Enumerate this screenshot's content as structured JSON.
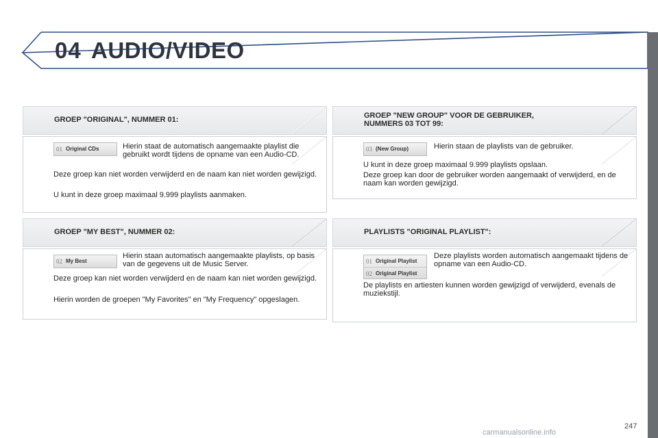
{
  "header": {
    "chapter_number": "04",
    "chapter_title": "AUDIO/VIDEO"
  },
  "sections": {
    "original": {
      "heading": "GROEP \"ORIGINAL\", NUMMER 01:",
      "thumb_num": "01",
      "thumb_label": "Original CDs",
      "p1": "Hierin staat de automatisch aangemaakte playlist die gebruikt wordt tijdens de opname van een Audio-CD.",
      "p2": "Deze groep kan niet worden verwijderd en de naam kan niet worden gewijzigd.",
      "p3": "U kunt in deze groep maximaal 9.999 playlists aanmaken."
    },
    "new_group": {
      "heading_line1": "GROEP \"NEW GROUP\" VOOR DE GEBRUIKER,",
      "heading_line2": "NUMMERS 03 TOT 99:",
      "thumb_num": "03",
      "thumb_label": "(New Group)",
      "p1": "Hierin staan de playlists van de gebruiker.",
      "p2": "U kunt in deze groep maximaal 9.999 playlists opslaan.",
      "p3": "Deze groep kan door de gebruiker worden aangemaakt of verwijderd, en de naam kan worden gewijzigd."
    },
    "my_best": {
      "heading": "GROEP \"MY BEST\", NUMMER 02:",
      "thumb_num": "02",
      "thumb_label": "My Best",
      "p1": "Hierin staan automatisch aangemaakte playlists, op basis van de gegevens uit de Music Server.",
      "p2": "Deze groep kan niet worden verwijderd en de naam kan niet worden gewijzigd.",
      "p3": "Hierin worden de groepen \"My Favorites\" en \"My Frequency\" opgeslagen."
    },
    "original_playlist": {
      "heading": "PLAYLISTS \"ORIGINAL PLAYLIST\":",
      "thumb_num1": "01",
      "thumb_label1": "Original Playlist",
      "thumb_num2": "02",
      "thumb_label2": "Original Playlist",
      "p1": "Deze playlists worden automatisch aangemaakt tijdens de opname van een Audio-CD.",
      "p2": "De playlists en artiesten kunnen worden gewijzigd of verwijderd, evenals de muziekstijl."
    }
  },
  "page_number": "247",
  "watermark": "carmanualsonline.info",
  "colors": {
    "title": "#2d3440",
    "side_bar": "#6a6e73",
    "frame_line": "#3a5a8a"
  }
}
